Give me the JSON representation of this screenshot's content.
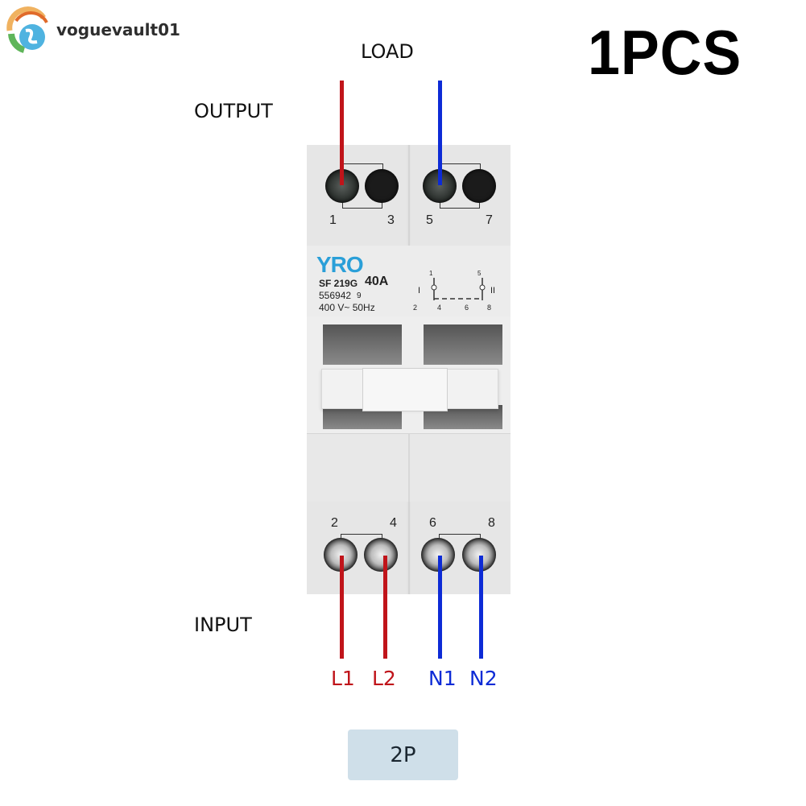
{
  "brand": {
    "name": "voguevault01",
    "logo_icon": "swirl-logo-icon"
  },
  "quantity_label": "1PCS",
  "labels": {
    "load": "LOAD",
    "output": "OUTPUT",
    "input": "INPUT"
  },
  "device": {
    "brand_logo": "YRO",
    "model": "SF 219G",
    "rating": "40A",
    "serial": "556942",
    "serial_suffix": "9",
    "voltage": "400 V~ 50Hz",
    "diagram": {
      "pos_1": "I",
      "pos_2": "II",
      "top_pins": [
        "1",
        "5"
      ],
      "bottom_pins": [
        "2",
        "4",
        "6",
        "8"
      ]
    },
    "top_terminals": [
      "1",
      "3",
      "5",
      "7"
    ],
    "bottom_terminals": [
      "2",
      "4",
      "6",
      "8"
    ]
  },
  "phases": [
    {
      "label": "L1",
      "color": "#c0141a"
    },
    {
      "label": "L2",
      "color": "#c0141a"
    },
    {
      "label": "N1",
      "color": "#0d2bd6"
    },
    {
      "label": "N2",
      "color": "#0d2bd6"
    }
  ],
  "pole_badge": "2P",
  "colors": {
    "line": "#c0141a",
    "neutral": "#0d2bd6",
    "badge_bg": "#cfdfe9",
    "logo": "#2a9fd8"
  }
}
